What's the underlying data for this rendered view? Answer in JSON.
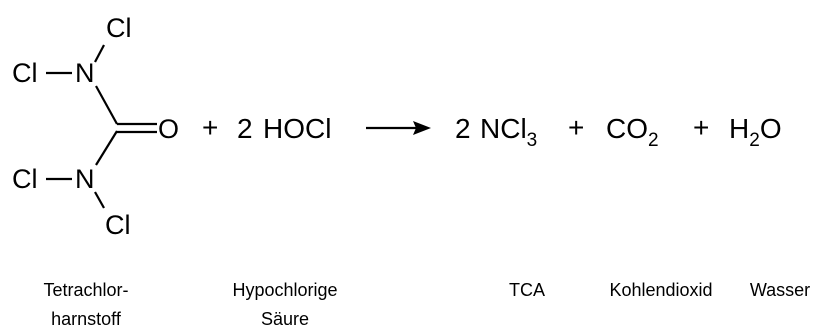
{
  "molecule": {
    "cl_top": "Cl",
    "cl_upper_left": "Cl",
    "n_upper": "N",
    "o": "O",
    "cl_lower_left": "Cl",
    "n_lower": "N",
    "cl_bottom": "Cl"
  },
  "equation": {
    "plus_1": "+",
    "reactant_coef": "2",
    "reactant": "HOCl",
    "product1_coef": "2",
    "product1_main": "NCl",
    "product1_sub": "3",
    "plus_2": "+",
    "product2_main": "CO",
    "product2_sub": "2",
    "plus_3": "+",
    "product3_main": "H",
    "product3_sub": "2",
    "product3_tail": "O"
  },
  "labels": {
    "tetrachlor_line1": "Tetrachlor-",
    "tetrachlor_line2": "harnstoff",
    "hypochlorige_line1": "Hypochlorige",
    "hypochlorige_line2": "Säure",
    "tca": "TCA",
    "kohlendioxid": "Kohlendioxid",
    "wasser": "Wasser"
  }
}
